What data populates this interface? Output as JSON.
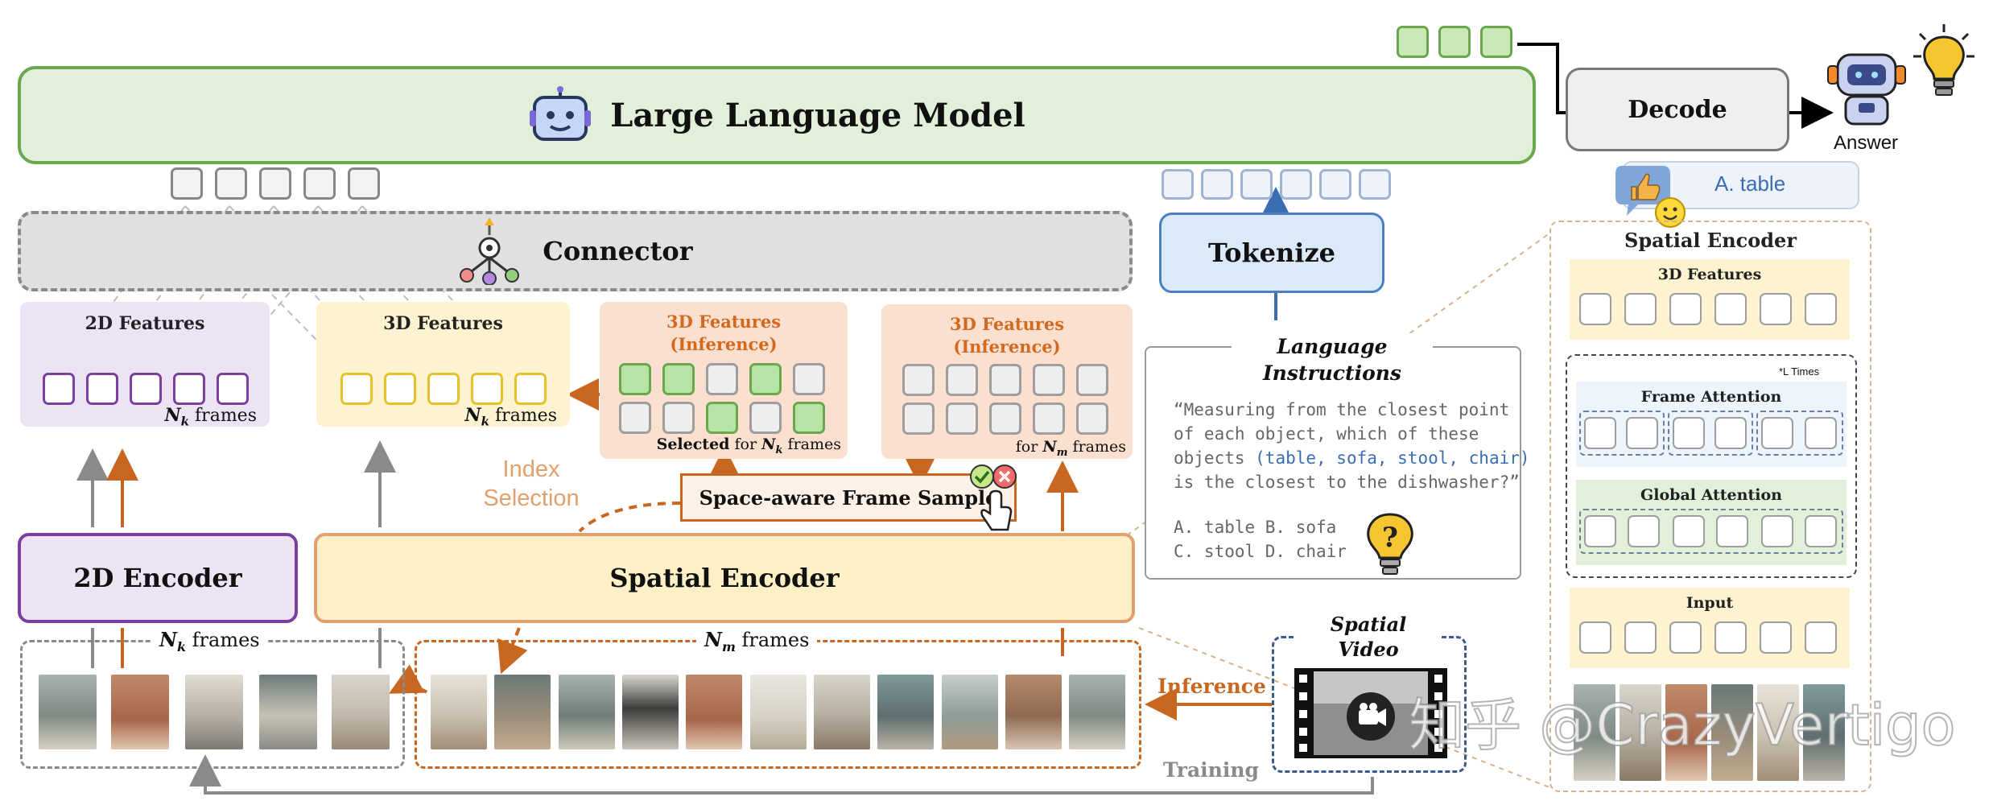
{
  "llm": {
    "title": "Large Language Model"
  },
  "decode": {
    "label": "Decode"
  },
  "answer": {
    "label": "Answer",
    "bubble": "A. table"
  },
  "connector": {
    "label": "Connector"
  },
  "tokenize": {
    "label": "Tokenize"
  },
  "features_2d": {
    "title": "2D Features",
    "frames": "N",
    "sub": "k",
    "suffix": " frames"
  },
  "features_3d": {
    "title": "3D Features",
    "frames": "N",
    "sub": "k",
    "suffix": " frames"
  },
  "features_3d_inf_a": {
    "title1": "3D Features",
    "title2": "(Inference)",
    "footer_bold": "Selected",
    "footer_rest": " for ",
    "frames": "N",
    "sub": "k",
    "suffix": " frames"
  },
  "features_3d_inf_b": {
    "title1": "3D Features",
    "title2": "(Inference)",
    "footer_rest": "for ",
    "frames": "N",
    "sub": "m",
    "suffix": " frames"
  },
  "index_selection": {
    "line1": "Index",
    "line2": "Selection"
  },
  "frame_sample": {
    "label": "Space-aware Frame Sample"
  },
  "encoder_2d": {
    "label": "2D Encoder"
  },
  "spatial_encoder_main": {
    "label": "Spatial Encoder"
  },
  "frames_nk": {
    "frames": "N",
    "sub": "k",
    "suffix": " frames"
  },
  "frames_nm": {
    "frames": "N",
    "sub": "m",
    "suffix": " frames"
  },
  "spatial_video": {
    "line1": "Spatial",
    "line2": "Video"
  },
  "inference": {
    "label": "Inference"
  },
  "training": {
    "label": "Training"
  },
  "instructions": {
    "title1": "Language",
    "title2": "Instructions",
    "q1": "“Measuring from the closest point",
    "q2": "of each object, which of these",
    "q3_pre": "objects ",
    "q3_hl": "(table, sofa, stool, chair)",
    "q4": "is the closest to the dishwasher?”",
    "opt1": "A. table B. sofa",
    "opt2": "C. stool  D. chair"
  },
  "spatial_encoder_detail": {
    "title": "Spatial Encoder",
    "features": "3D Features",
    "ltimes": "*L Times",
    "frame_attention": "Frame Attention",
    "global_attention": "Global Attention",
    "input": "Input"
  },
  "watermark": "知乎 @CrazyVertigo",
  "colors": {
    "llm_fill": "#e2f0d9",
    "llm_border": "#6aa84f",
    "connector_fill": "#e0e0e0",
    "feat2d_fill": "#ece3f4",
    "feat2d_token": "#7b3fa0",
    "feat3d_fill": "#fdf3d0",
    "feat3d_token": "#e6c229",
    "inference_fill": "#fbe0cf",
    "inference_text": "#d2691e",
    "green_token": "#b9e3a4",
    "gray_token": "#eeeeee",
    "tokenize_fill": "#dce9f8",
    "tokenize_border": "#4a7fc1",
    "arrow_orange": "#c8671f",
    "arrow_gray": "#8a8a8a"
  },
  "icons": [
    "robot-icon",
    "lightbulb-icon",
    "connector-hub-icon",
    "question-bulb-icon",
    "video-camera-icon",
    "check-icon",
    "cross-icon",
    "hand-cursor-icon",
    "thumbs-up-icon",
    "smiley-icon"
  ],
  "frame_palette": [
    "#8a8f8c",
    "#b9795a",
    "#c9c3b8",
    "#6d7a7a",
    "#d8d4cc",
    "#a89c8c",
    "#5b6a6e",
    "#c0b2a0",
    "#7f8e86",
    "#b48a6c",
    "#9aa5a3",
    "#caa183"
  ]
}
